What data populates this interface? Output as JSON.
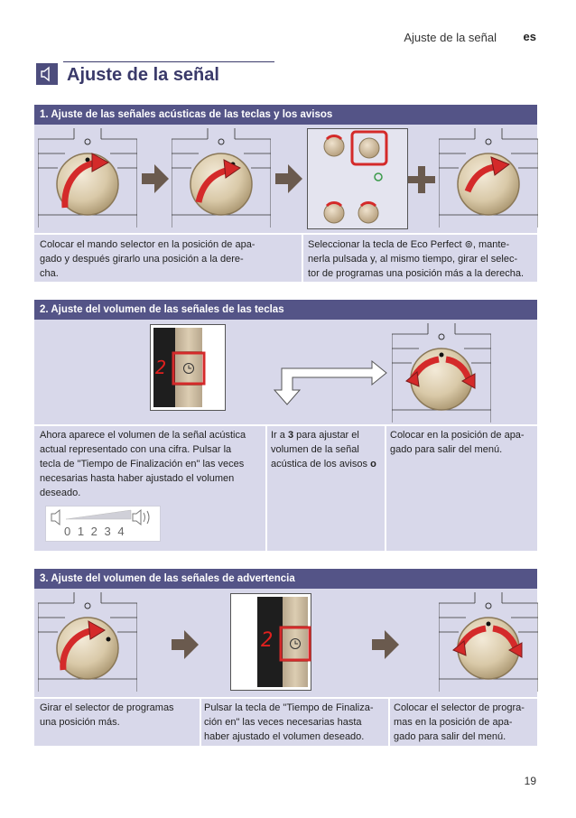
{
  "header": {
    "section_title": "Ajuste de la señal",
    "lang": "es"
  },
  "title": "Ajuste de la señal",
  "sections": [
    {
      "heading": "1. Ajuste de las señales acústicas de las teclas y los avisos",
      "texts": [
        "Colocar el mando selector en la posición de apa-\ngado y después girarlo una posición a la dere-\ncha.",
        "Seleccionar la tecla de Eco Perfect ⊚, mante-\nnerla pulsada y, al mismo tiempo, girar el selec-\ntor de programas una posición más a la derecha."
      ]
    },
    {
      "heading": "2. Ajuste del volumen de las señales de las teclas",
      "texts": [
        "Ahora aparece el volumen de la señal acústica\nactual representado con una cifra. Pulsar la\ntecla de \"Tiempo de Finalización en\" las veces\nnecesarias hasta haber ajustado el volumen\ndeseado.",
        "Ir a ",
        "3",
        " para ajustar el\nvolumen de la señal\nacústica de los avisos ",
        "o",
        "Colocar en la posición de apa-\ngado para salir del menú."
      ],
      "display_digit": "2",
      "volume_scale": "0 1 2 3 4"
    },
    {
      "heading": "3. Ajuste del volumen de las señales de advertencia",
      "texts": [
        "Girar el selector de programas\nuna posición más.",
        "Pulsar la tecla de \"Tiempo de Finaliza-\nción en\" las veces necesarias hasta\nhaber ajustado el volumen deseado.",
        "Colocar el selector de progra-\nmas en la posición de apa-\ngado para salir del menú."
      ],
      "display_digit": "2"
    }
  ],
  "page_number": "19",
  "colors": {
    "header_bar": "#545487",
    "panel": "#d8d8ea",
    "accent_red": "#d42a2a",
    "arrow": "#6a5a4e"
  }
}
